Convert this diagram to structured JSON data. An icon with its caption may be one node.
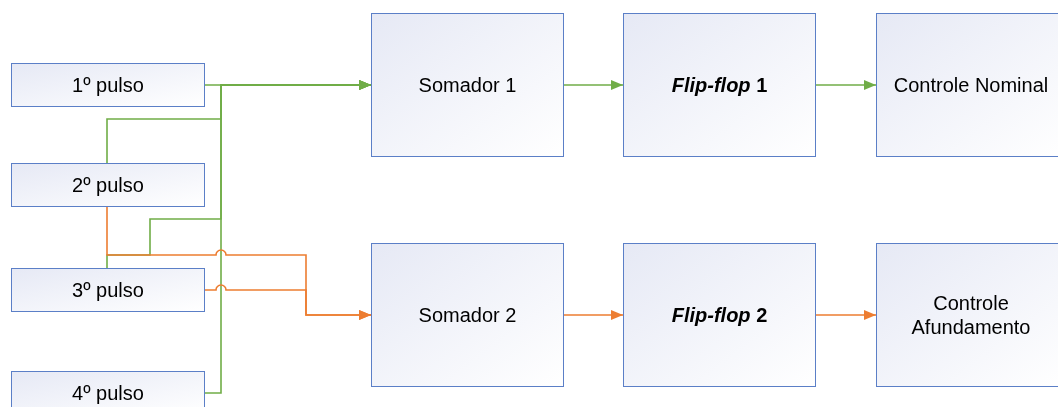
{
  "diagram": {
    "nodes": [
      {
        "text": [
          "1º pulso"
        ]
      },
      {
        "text": [
          "Somador 1"
        ]
      },
      {
        "text": [
          "*Flip-flop* 1"
        ]
      },
      {
        "text": [
          "Controle Nominal"
        ]
      },
      {
        "text": [
          "2º pulso"
        ]
      },
      {
        "text": [
          "3º pulso"
        ]
      },
      {
        "text": [
          "Somador 2"
        ]
      },
      {
        "text": [
          "*Flip-flop* 2"
        ]
      },
      {
        "text": [
          "Controle Afundamento"
        ]
      },
      {
        "text": [
          "4º pulso"
        ]
      }
    ],
    "edges": [
      {
        "from": 0,
        "to": 1,
        "arrow": "to"
      },
      {
        "from": 4,
        "to": 1,
        "arrow": "to"
      },
      {
        "from": 5,
        "to": 1,
        "arrow": "to"
      },
      {
        "from": 9,
        "to": 1,
        "arrow": "to"
      },
      {
        "from": 4,
        "to": 6,
        "arrow": "to",
        "color": "#ed7d31"
      },
      {
        "from": 5,
        "to": 6,
        "arrow": "to",
        "color": "#ed7d31"
      },
      {
        "from": 1,
        "to": 2,
        "arrow": "to"
      },
      {
        "from": 2,
        "to": 3,
        "arrow": "to"
      },
      {
        "from": 6,
        "to": 7,
        "arrow": "to",
        "color": "#ed7d31"
      },
      {
        "from": 7,
        "to": 8,
        "arrow": "to",
        "color": "#ed7d31"
      }
    ]
  }
}
